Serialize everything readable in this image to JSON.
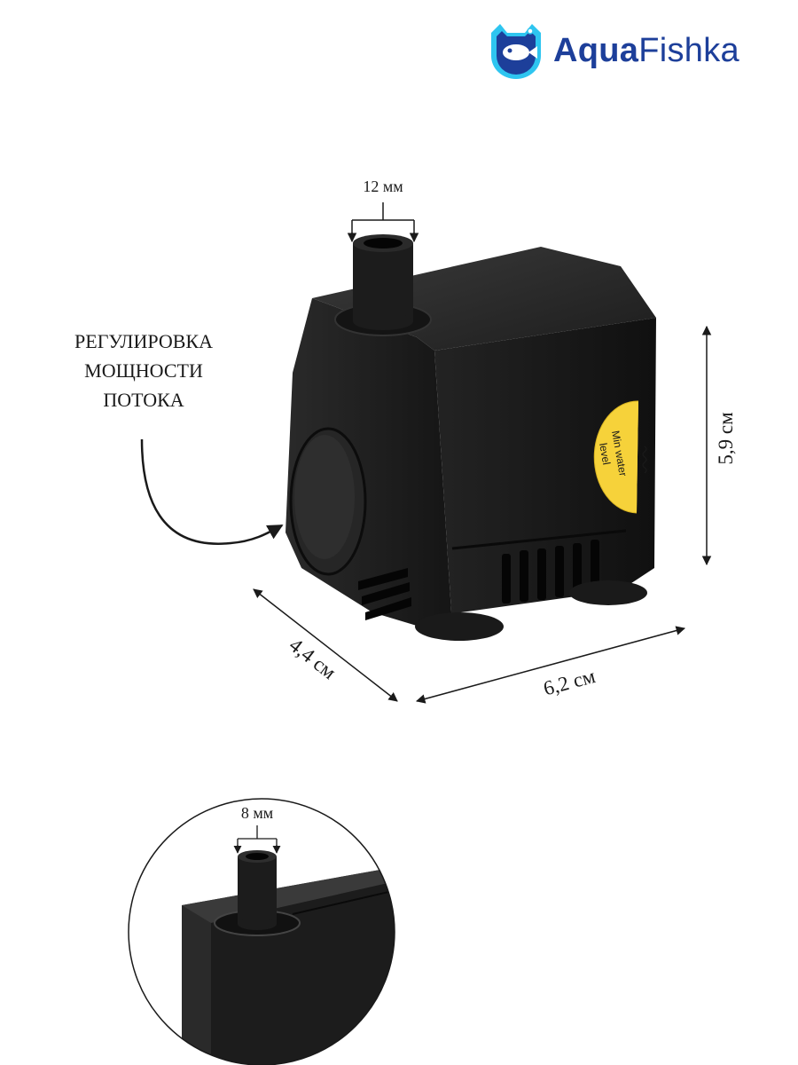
{
  "brand": {
    "name_part1": "Aqua",
    "name_part2": "Fishka",
    "color_primary": "#1d3f9a",
    "color_accent": "#2ec5f0"
  },
  "callout": {
    "line1": "РЕГУЛИРОВКА",
    "line2": "МОЩНОСТИ",
    "line3": "ПОТОКА"
  },
  "dimensions": {
    "outlet_large": "12 мм",
    "outlet_small": "8 мм",
    "height": "5,9 см",
    "depth": "4,4 см",
    "width": "6,2 см"
  },
  "sticker": {
    "line1": "Min water",
    "line2": "level",
    "color": "#f6d23a"
  },
  "colors": {
    "pump_body": "#1c1c1c",
    "arrows": "#1a1a1a"
  }
}
